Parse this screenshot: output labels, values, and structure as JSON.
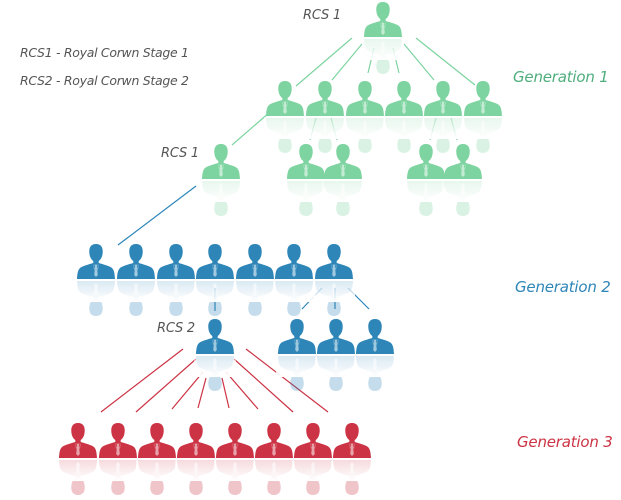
{
  "legend": [
    {
      "label": "RCS1 - Royal Corwn Stage 1"
    },
    {
      "label": "RCS2 - Royal Corwn Stage 2"
    }
  ],
  "node_labels": {
    "top": "RCS 1",
    "gen1_sub": "RCS 1",
    "gen2_sub": "RCS 2"
  },
  "generations": [
    {
      "label": "Generation 1",
      "color": "#7dd4a0",
      "text_color": "#4fae7d"
    },
    {
      "label": "Generation 2",
      "color": "#2e86b8",
      "text_color": "#2e86b8"
    },
    {
      "label": "Generation 3",
      "color": "#cc3344",
      "text_color": "#cc3344"
    }
  ],
  "colors": {
    "green_line": "#7dd4a0",
    "blue_line": "#2e86b8",
    "red_line": "#cc3344"
  },
  "structure": {
    "root": {
      "generation": 1,
      "label": "RCS 1",
      "children": 6
    },
    "gen1_row": {
      "count": 6
    },
    "gen1_rcs1_node": {
      "children_in_gen2": 7
    },
    "gen1_pair_a": {
      "count": 2
    },
    "gen1_pair_b": {
      "count": 2
    },
    "gen2_row": {
      "count": 7
    },
    "gen2_rcs2_node": {
      "children_in_gen3": 8
    },
    "gen2_triple": {
      "count": 3
    },
    "gen3_row": {
      "count": 8
    }
  }
}
